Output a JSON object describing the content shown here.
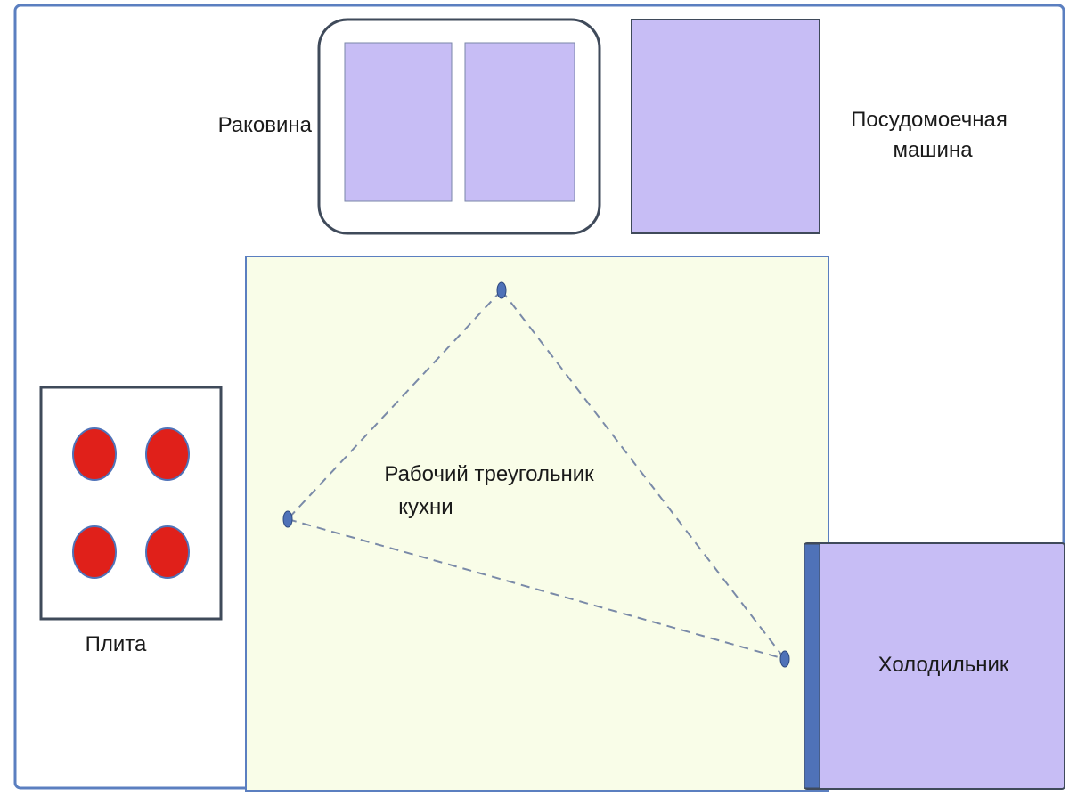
{
  "labels": {
    "sink": "Раковина",
    "dishwasher_line1": "Посудомоечная",
    "dishwasher_line2": "машина",
    "stove": "Плита",
    "fridge": "Холодильник",
    "triangle_line1": "Рабочий треугольник",
    "triangle_line2": "кухни"
  },
  "colors": {
    "border": "#5b7fc0",
    "appliance_fill": "#c7bdf5",
    "floor_fill": "#f9fde8",
    "burner": "#e0201a",
    "fridge_door": "#4f72b8",
    "outline": "#3f4a5a"
  },
  "burner_count": 4
}
